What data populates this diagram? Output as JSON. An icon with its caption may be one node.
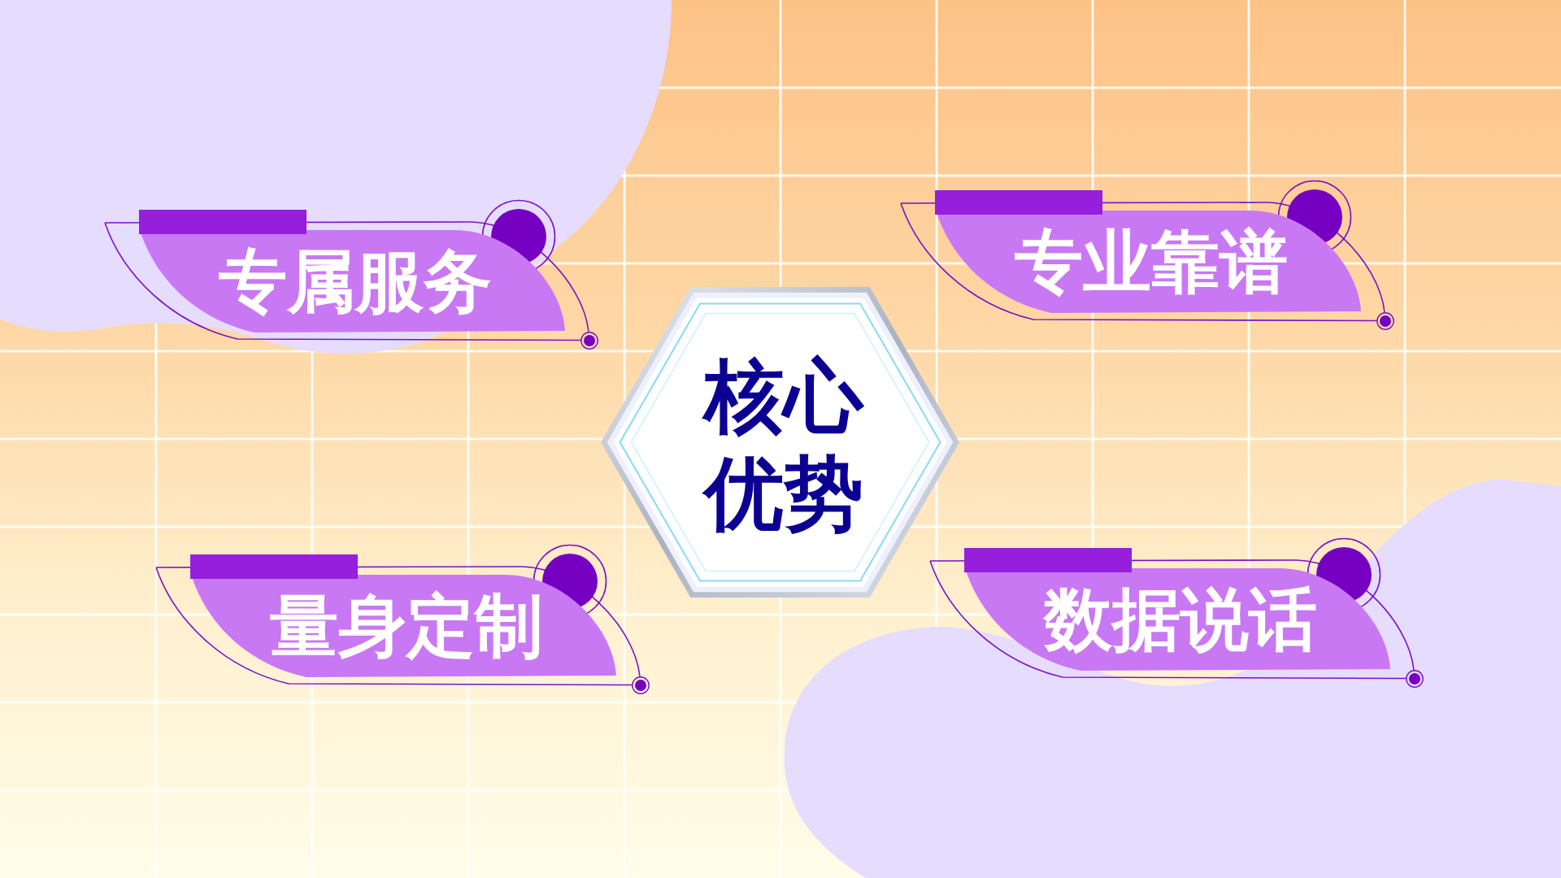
{
  "diagram": {
    "nodes": [
      {
        "text": [
          "专属服务"
        ]
      },
      {
        "text": [
          "专业靠谱"
        ]
      },
      {
        "text": [
          "核心优势"
        ]
      },
      {
        "text": [
          "量身定制"
        ]
      },
      {
        "text": [
          "数据说话"
        ]
      }
    ]
  }
}
